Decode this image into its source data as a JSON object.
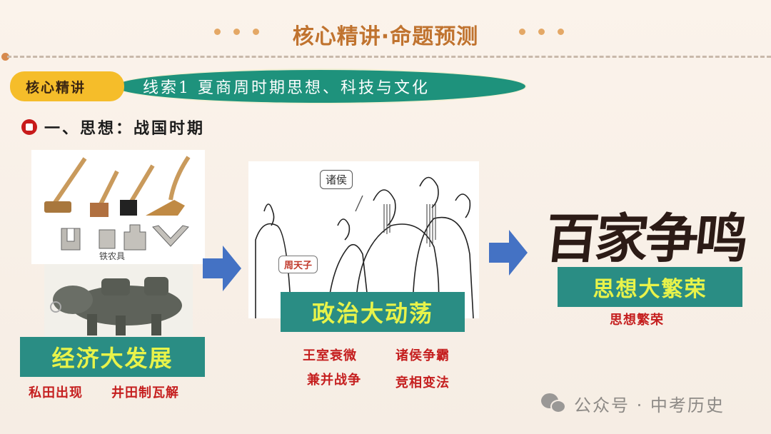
{
  "header": {
    "title": "核心精讲·命题预测",
    "accent_color": "#c0732f"
  },
  "tabs": {
    "core_label": "核心精讲",
    "clue_label": "线索1 夏商周时期思想、科技与文化"
  },
  "section": {
    "heading": "一、思想：战国时期"
  },
  "flow": [
    {
      "image_caption": "铁农具",
      "label": "经济大发展",
      "details": [
        "私田出现",
        "井田制瓦解"
      ]
    },
    {
      "speech_lords": "诸侯",
      "speech_king": "周天子",
      "label": "政治大动荡",
      "details": [
        "王室衰微",
        "诸侯争霸",
        "兼并战争",
        "竞相变法"
      ]
    },
    {
      "calligraphy": "百家争鸣",
      "label": "思想大繁荣",
      "details": [
        "思想繁荣"
      ]
    }
  ],
  "arrows": {
    "color": "#4472c4"
  },
  "watermark": {
    "icon": "wechat-icon",
    "text": "公众号 · 中考历史"
  }
}
